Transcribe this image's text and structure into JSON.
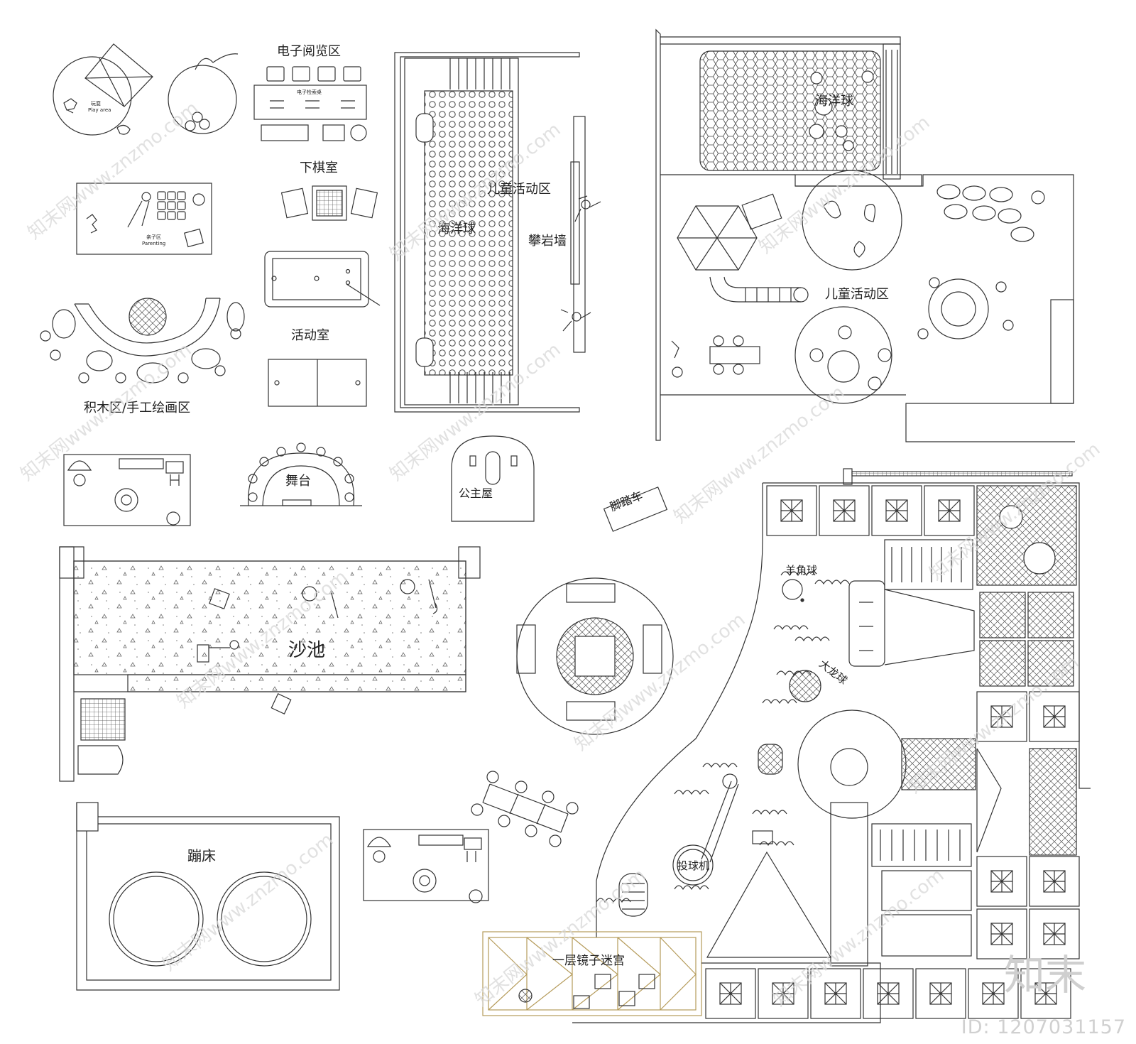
{
  "labels": {
    "e_reading": "电子阅览区",
    "e_search_desk": "电子检索桌",
    "play_cn": "玩耍",
    "play_en": "Play area",
    "chess_room": "下棋室",
    "parent_cn": "亲子区",
    "parent_en": "Parenting",
    "activity_room": "活动室",
    "blocks_area": "积木区/手工绘画区",
    "ocean_ball_left": "海洋球",
    "kids_area_left": "儿童活动区",
    "climbing_wall": "攀岩墙",
    "ocean_ball_right": "海洋球",
    "kids_area_right": "儿童活动区",
    "stage": "舞台",
    "princess_house": "公主屋",
    "pedal_car": "脚踏车",
    "sand_pool": "沙池",
    "goat_ball": "羊角球",
    "big_ball": "大龙球",
    "trampoline": "蹦床",
    "throw_machine": "投球机",
    "mirror_maze": "一层镜子迷宫"
  },
  "watermark": "知末网www.znzmo.com",
  "brand": "知末",
  "image_id": "ID: 1207031157"
}
